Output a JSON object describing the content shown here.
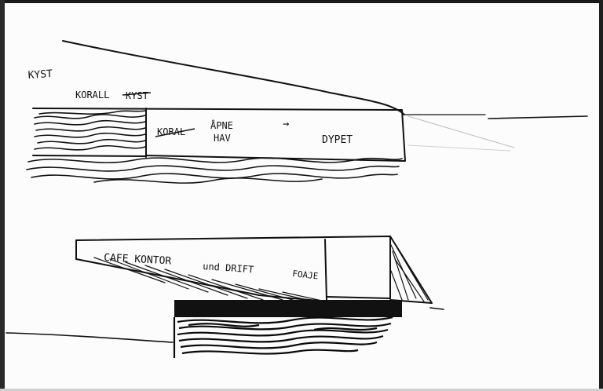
{
  "sketch": {
    "labels": {
      "kyst": "KYST",
      "korall_kyst": "KORALL",
      "kyst_struck": "KYST",
      "korall_struck": "KORAL",
      "apne": "ÅPNE",
      "hav": "HAV",
      "arrow": "→",
      "dypet": "DYPET",
      "cafe_line": "CAFE KONTOR",
      "und_drift": "und DRIFT",
      "foaje": "FOAJE"
    }
  }
}
